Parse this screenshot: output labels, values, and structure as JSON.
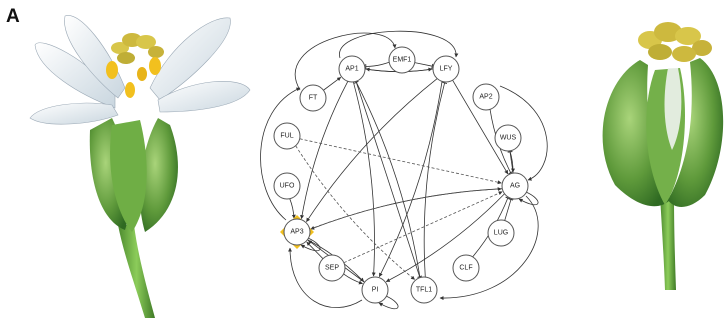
{
  "panel_label": "A",
  "nodes": [
    {
      "id": "AP1",
      "label": "AP1"
    },
    {
      "id": "EMF1",
      "label": "EMF1"
    },
    {
      "id": "LFY",
      "label": "LFY"
    },
    {
      "id": "FT",
      "label": "FT"
    },
    {
      "id": "AP2",
      "label": "AP2"
    },
    {
      "id": "FUL",
      "label": "FUL"
    },
    {
      "id": "WUS",
      "label": "WUS"
    },
    {
      "id": "AG",
      "label": "AG"
    },
    {
      "id": "UFO",
      "label": "UFO"
    },
    {
      "id": "AP3",
      "label": "AP3",
      "highlight_color": "#f2c01e"
    },
    {
      "id": "LUG",
      "label": "LUG"
    },
    {
      "id": "SEP",
      "label": "SEP"
    },
    {
      "id": "CLF",
      "label": "CLF"
    },
    {
      "id": "PI",
      "label": "PI"
    },
    {
      "id": "TFL1",
      "label": "TFL1"
    }
  ],
  "edges": [
    {
      "from": "EMF1",
      "to": "AP1",
      "type": "inhibit"
    },
    {
      "from": "EMF1",
      "to": "LFY",
      "type": "inhibit"
    },
    {
      "from": "AP1",
      "to": "LFY",
      "type": "activate"
    },
    {
      "from": "LFY",
      "to": "AP1",
      "type": "activate"
    },
    {
      "from": "FT",
      "to": "AP1",
      "type": "activate"
    },
    {
      "from": "LFY",
      "to": "AP3",
      "type": "activate"
    },
    {
      "from": "LFY",
      "to": "PI",
      "type": "activate"
    },
    {
      "from": "LFY",
      "to": "AG",
      "type": "activate"
    },
    {
      "from": "AP1",
      "to": "AP3",
      "type": "activate"
    },
    {
      "from": "AP1",
      "to": "PI",
      "type": "activate"
    },
    {
      "from": "AP1",
      "to": "TFL1",
      "type": "inhibit"
    },
    {
      "from": "AP2",
      "to": "AG",
      "type": "inhibit"
    },
    {
      "from": "WUS",
      "to": "AG",
      "type": "activate"
    },
    {
      "from": "AG",
      "to": "WUS",
      "type": "inhibit"
    },
    {
      "from": "AG",
      "to": "AP3",
      "type": "activate"
    },
    {
      "from": "AG",
      "to": "PI",
      "type": "activate"
    },
    {
      "from": "LUG",
      "to": "AG",
      "type": "inhibit"
    },
    {
      "from": "CLF",
      "to": "AG",
      "type": "inhibit"
    },
    {
      "from": "UFO",
      "to": "AP3",
      "type": "activate"
    },
    {
      "from": "SEP",
      "to": "AP3",
      "type": "activate"
    },
    {
      "from": "SEP",
      "to": "PI",
      "type": "activate"
    },
    {
      "from": "AP3",
      "to": "PI",
      "type": "activate"
    },
    {
      "from": "PI",
      "to": "AP3",
      "type": "activate"
    },
    {
      "from": "TFL1",
      "to": "AP1",
      "type": "inhibit"
    },
    {
      "from": "TFL1",
      "to": "LFY",
      "type": "inhibit"
    },
    {
      "from": "FUL",
      "to": "AG",
      "type": "dashed"
    },
    {
      "from": "FUL",
      "to": "TFL1",
      "type": "dashed"
    },
    {
      "from": "AP3",
      "to": "AG",
      "type": "dashed"
    },
    {
      "from": "SEP",
      "to": "AG",
      "type": "dashed"
    },
    {
      "from": "AG",
      "to": "AG",
      "type": "self"
    },
    {
      "from": "AP3",
      "to": "AP3",
      "type": "self"
    },
    {
      "from": "PI",
      "to": "PI",
      "type": "self"
    }
  ],
  "colors": {
    "petal": "#ffffff",
    "sepal": "#5f9a3b",
    "stem": "#6aa842",
    "anther": "#f2c01e",
    "highlight": "#f2c01e"
  }
}
